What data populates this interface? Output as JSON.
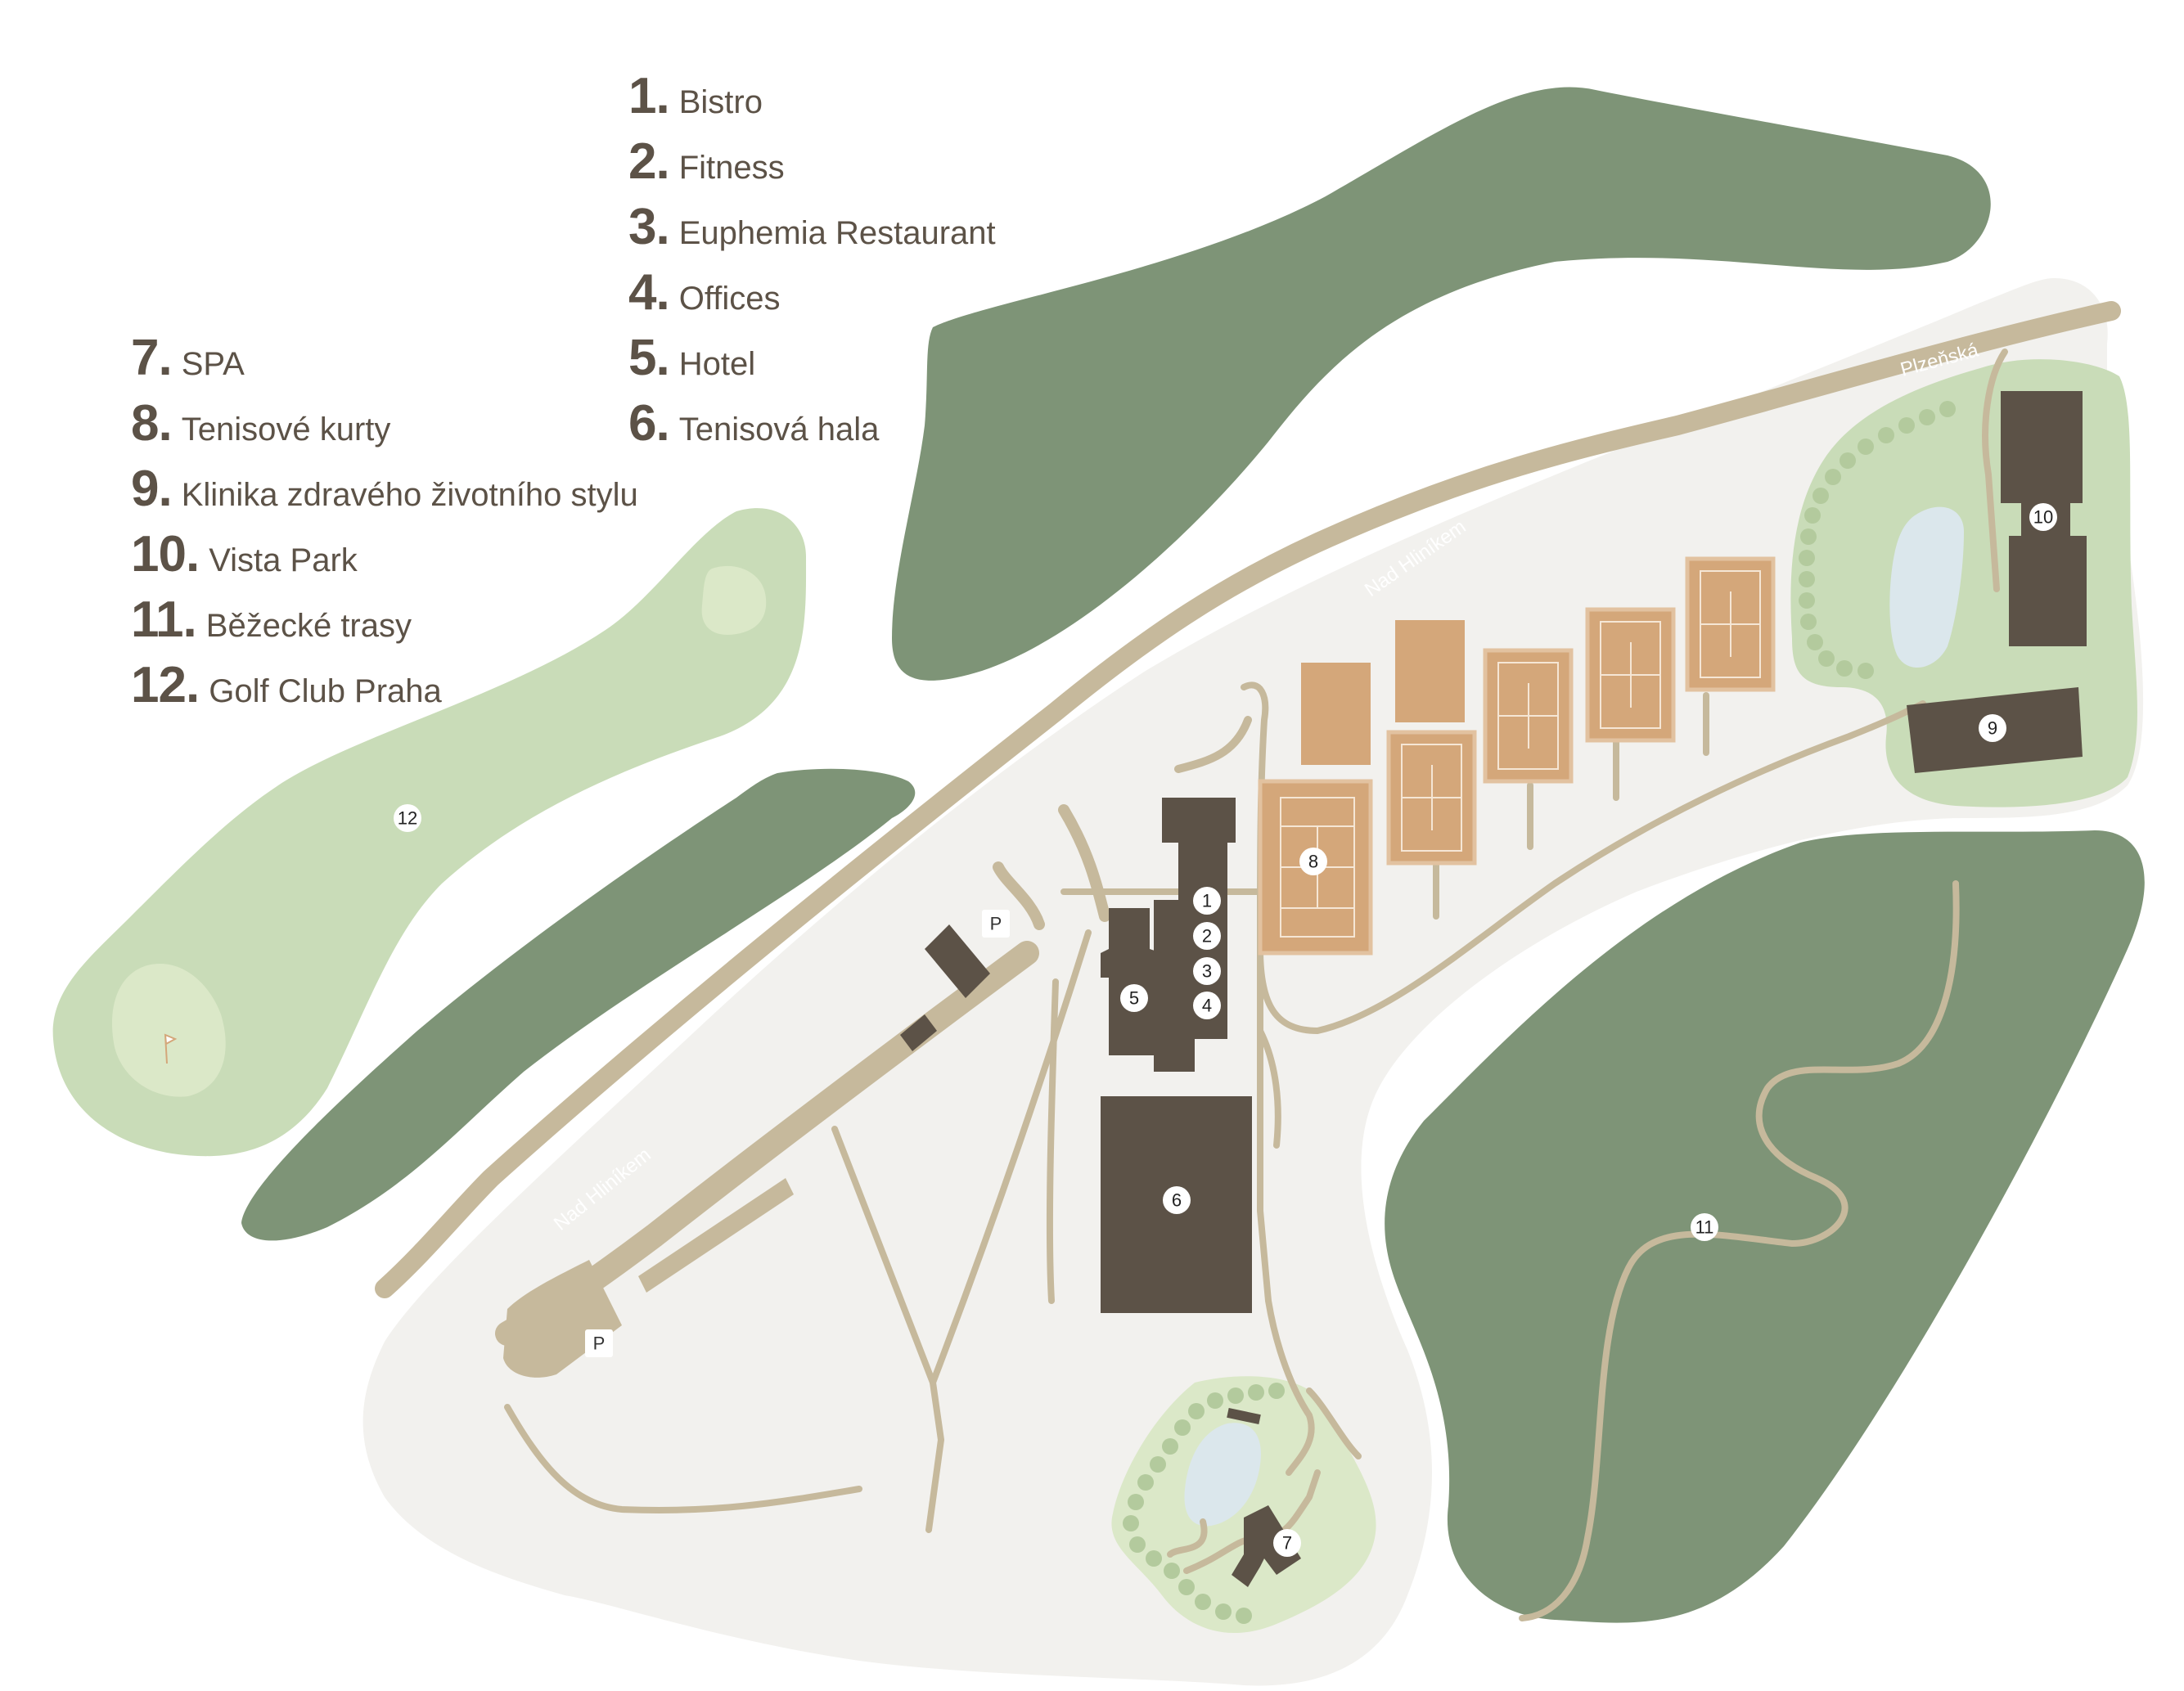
{
  "legend": [
    {
      "num": "1.",
      "label": "Bistro"
    },
    {
      "num": "2.",
      "label": "Fitness"
    },
    {
      "num": "3.",
      "label": "Euphemia Restaurant"
    },
    {
      "num": "4.",
      "label": "Offices"
    },
    {
      "num": "5.",
      "label": "Hotel"
    },
    {
      "num": "6.",
      "label": "Tenisová hala"
    },
    {
      "num": "7.",
      "label": "SPA"
    },
    {
      "num": "8.",
      "label": "Tenisové kurty"
    },
    {
      "num": "9.",
      "label": "Klinika zdravého životního stylu"
    },
    {
      "num": "10.",
      "label": "Vista Park"
    },
    {
      "num": "11.",
      "label": "Běžecké trasy"
    },
    {
      "num": "12.",
      "label": "Golf Club Praha"
    }
  ],
  "streets": {
    "nad_hlinikem_upper": "Nad Hliníkem",
    "nad_hlinikem_lower": "Nad Hliníkem",
    "plzenska": "Plzeňská"
  },
  "parking": {
    "label_1": "P",
    "label_2": "P"
  },
  "markers": {
    "m1": "1",
    "m2": "2",
    "m3": "3",
    "m4": "4",
    "m5": "5",
    "m6": "6",
    "m7": "7",
    "m8": "8",
    "m9": "9",
    "m10": "10",
    "m11": "11",
    "m12": "12"
  },
  "colors": {
    "forest": "#7e9477",
    "meadow": "#c9dcb8",
    "ground": "#f2f1ee",
    "road": "#c6b99c",
    "building": "#5c5247",
    "court": "#d4a77a",
    "water": "#dbe7ec",
    "text": "#5c5247"
  }
}
